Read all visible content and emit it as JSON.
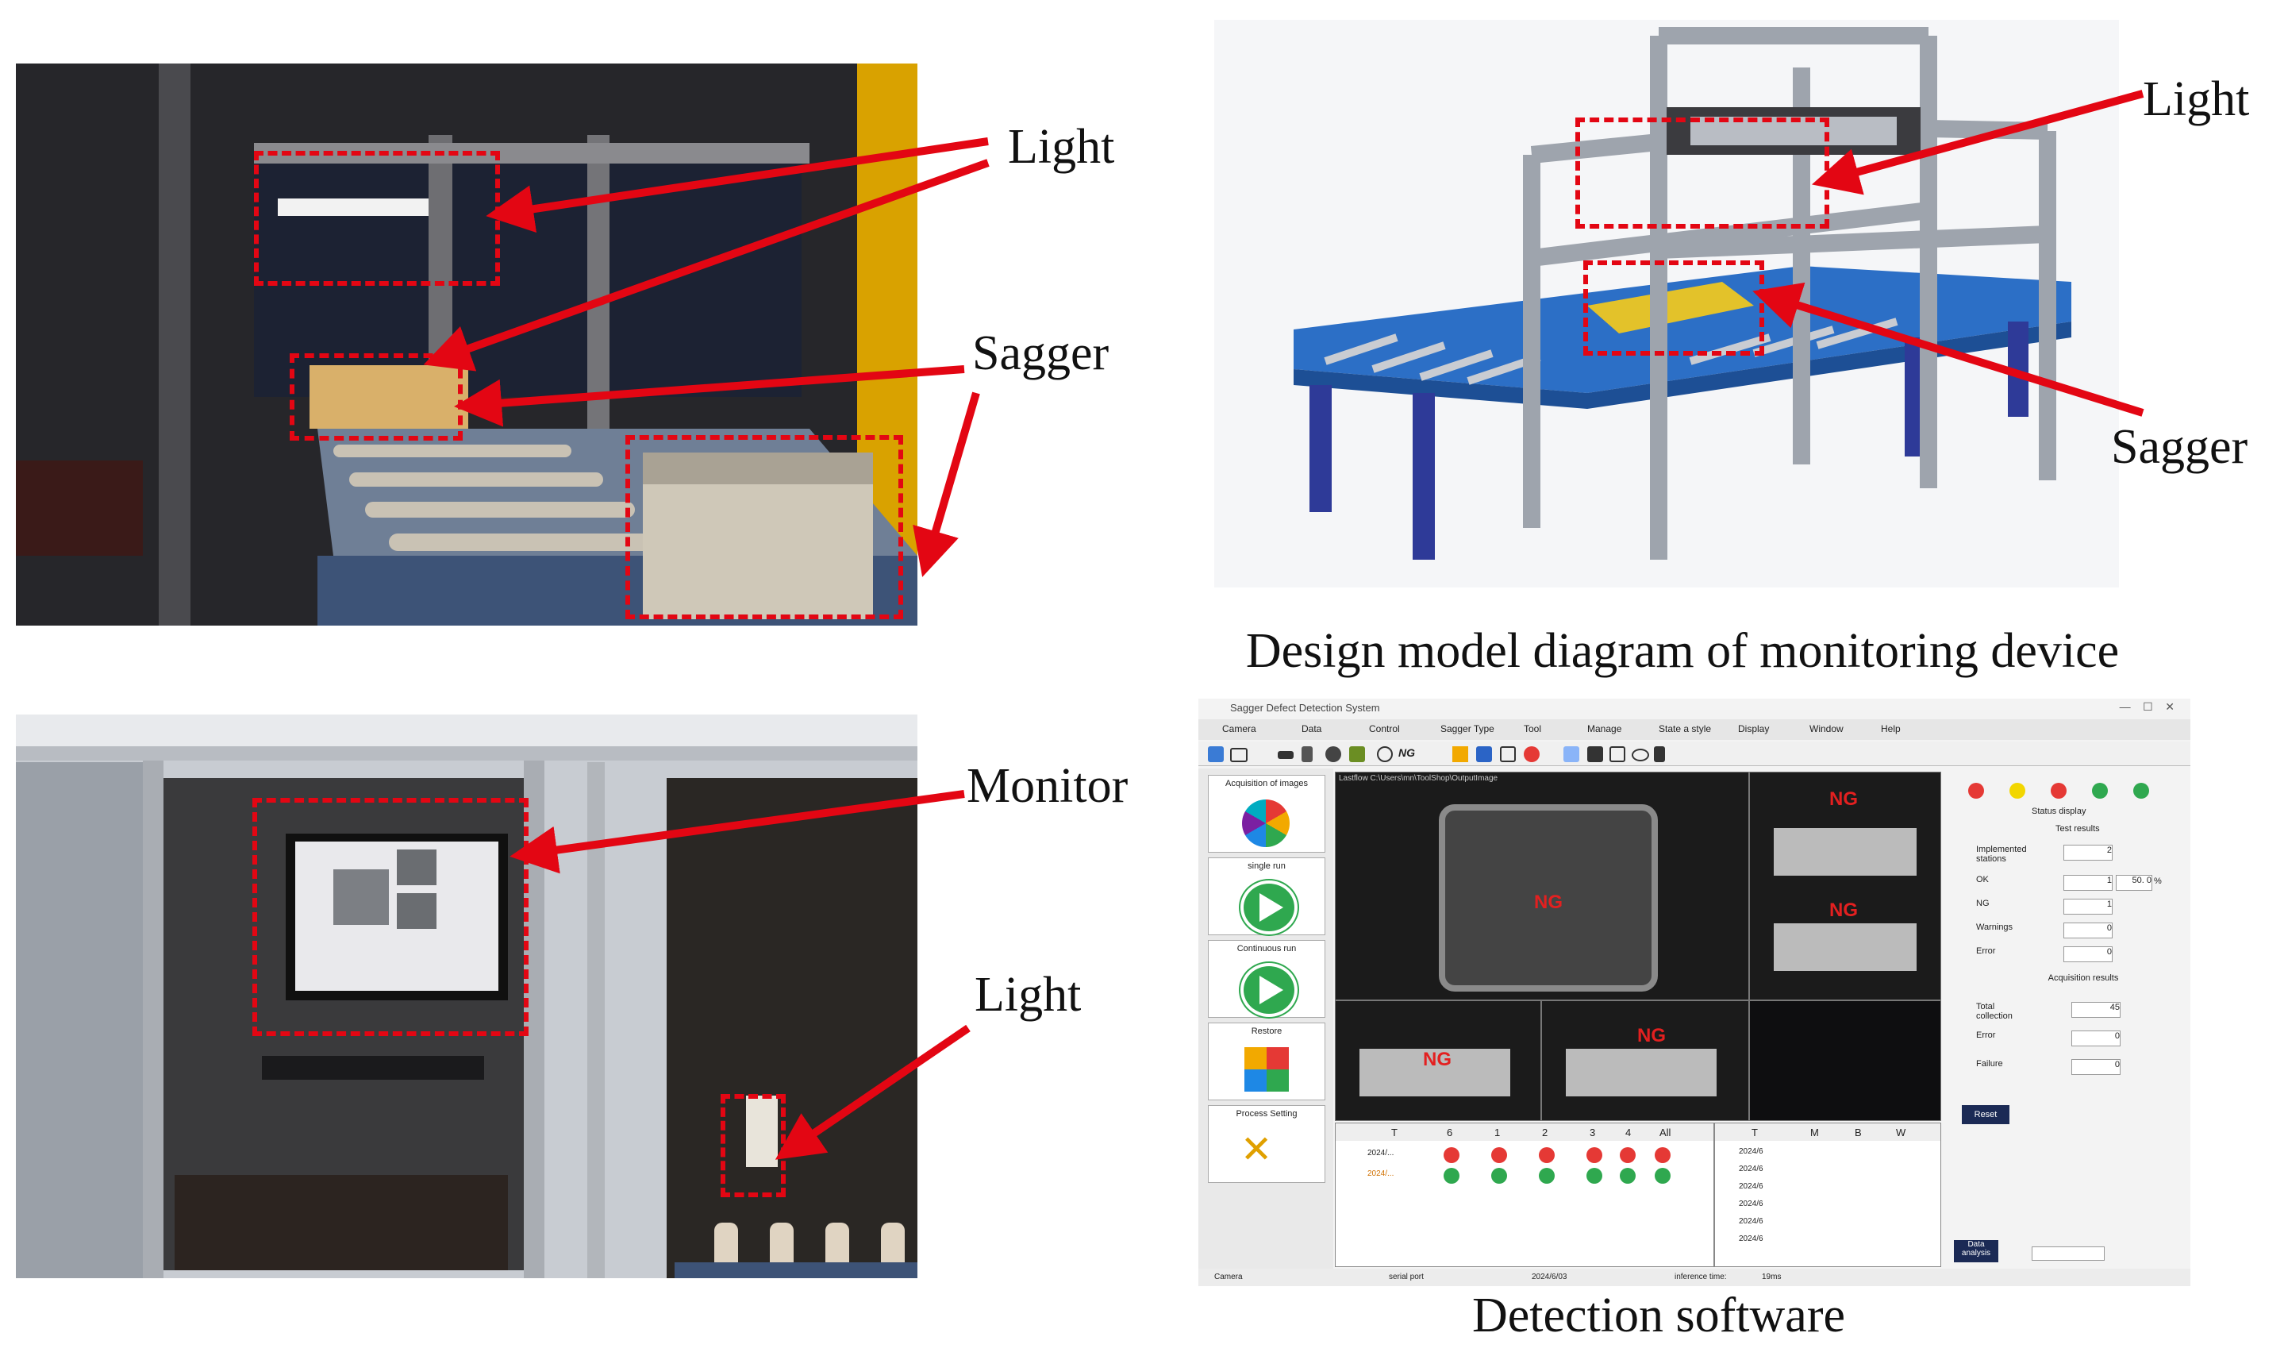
{
  "labels": {
    "photo1_light": "Light",
    "photo1_sagger": "Sagger",
    "photo2_monitor": "Monitor",
    "photo2_light": "Light",
    "model_light": "Light",
    "model_sagger": "Sagger"
  },
  "captions": {
    "model": "Design model diagram of monitoring device",
    "software": "Detection software"
  },
  "software": {
    "title": "Sagger Defect Detection System",
    "menu": [
      "Camera",
      "Data",
      "Control",
      "Sagger Type",
      "Tool",
      "Manage",
      "State a style",
      "Display",
      "Window",
      "Help"
    ],
    "side_buttons": [
      "Acquisition of images",
      "single run",
      "Continuous run",
      "Restore",
      "Process Setting"
    ],
    "image_path": "Lastflow         C:\\Users\\mn\\ToolShop\\OutputImage",
    "ng_label": "NG",
    "status_label": "Status display",
    "test_results_label": "Test results",
    "rows": [
      {
        "label": "Implemented stations",
        "value": "2"
      },
      {
        "label": "OK",
        "value": "1"
      },
      {
        "label": "NG",
        "value": "1"
      },
      {
        "label": "Warnings",
        "value": "0"
      },
      {
        "label": "Error",
        "value": "0"
      }
    ],
    "ok_percent": "50. 0",
    "percent_sign": "%",
    "acq_label": "Acquisition results",
    "acq_rows": [
      {
        "label": "Total collection",
        "value": "45"
      },
      {
        "label": "Error",
        "value": "0"
      },
      {
        "label": "Failure",
        "value": "0"
      }
    ],
    "reset_label": "Reset",
    "data_label": "Data analysis",
    "table_headers": [
      "T",
      "6",
      "1",
      "2",
      "3",
      "4",
      "All"
    ],
    "table_row_times": [
      "2024/...",
      "2024/..."
    ],
    "table2_headers": [
      "T",
      "M",
      "B",
      "W"
    ],
    "table2_time": "2024/6",
    "status_bar": [
      "Camera",
      "serial port",
      "2024/6/03",
      "inference time:",
      "19ms"
    ],
    "status_colors": [
      "#e53935",
      "#f2d600",
      "#e53935",
      "#2fa84f",
      "#2fa84f"
    ]
  },
  "colors": {
    "annotation_red": "#e30613",
    "ok_green": "#2fa84f",
    "ng_red": "#e53935"
  }
}
